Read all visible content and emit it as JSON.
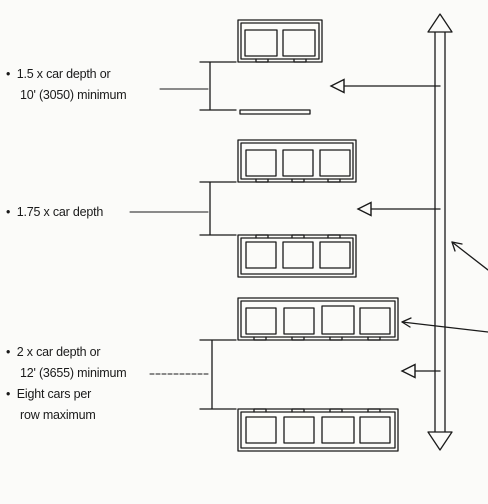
{
  "annotations": [
    {
      "lines": [
        "1.5 x car depth or",
        "10' (3050) minimum"
      ]
    },
    {
      "lines": [
        "1.75 x car depth"
      ]
    },
    {
      "lines": [
        "2 x car depth or",
        "12' (3655) minimum",
        "Eight cars per",
        "row maximum"
      ]
    }
  ],
  "bullet": "•",
  "colors": {
    "ink": "#1a1a1a",
    "background": "#fbfbf9"
  }
}
